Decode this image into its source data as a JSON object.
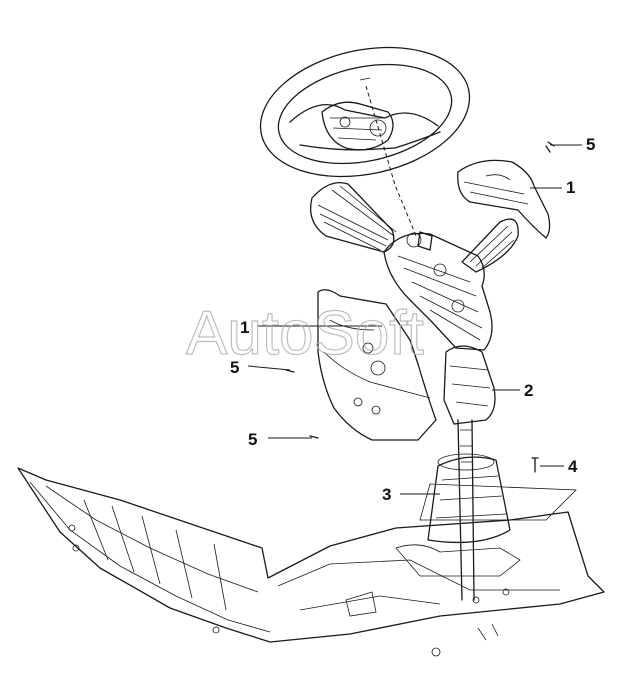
{
  "watermark": "AutoSoft",
  "callouts": [
    "5",
    "1",
    "1",
    "5",
    "2",
    "5",
    "4",
    "3"
  ],
  "colors": {
    "line": "#1a1a1a",
    "watermark": "#a9a9a9",
    "background": "#ffffff"
  },
  "icons": [
    "screw-icon"
  ]
}
